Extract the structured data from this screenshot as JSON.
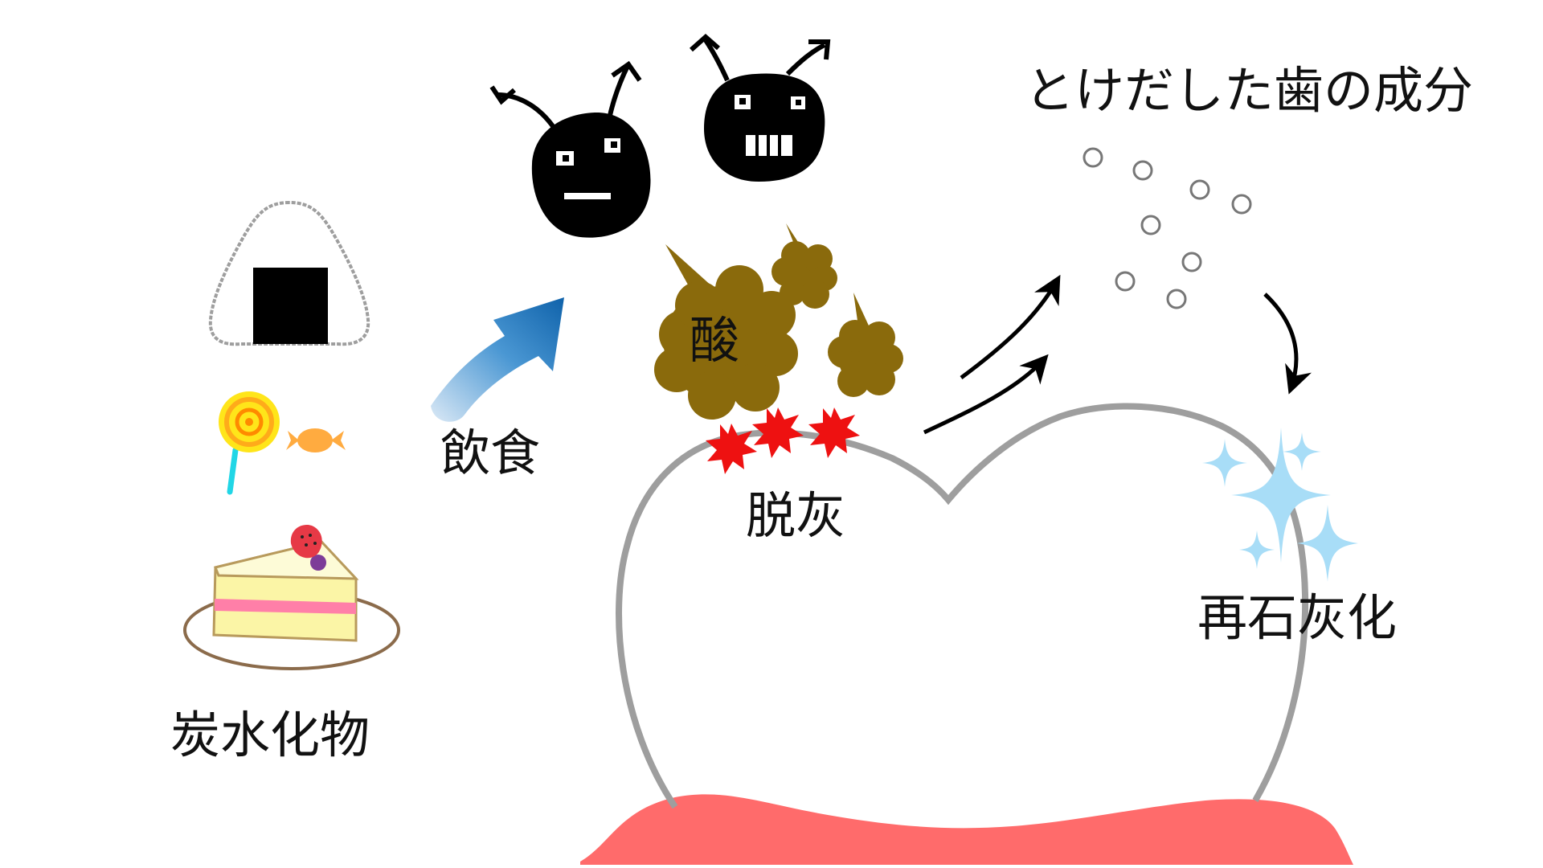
{
  "labels": {
    "carbohydrate": "炭水化物",
    "eating": "飲食",
    "acid": "酸",
    "demineralization": "脱灰",
    "dissolved_components": "とけだした歯の成分",
    "remineralization": "再石灰化"
  },
  "colors": {
    "tooth_outline": "#9e9e9e",
    "gum": "#ff6b6b",
    "acid_cloud": "#8a6a0c",
    "bacteria": "#000000",
    "demin_star": "#ee1111",
    "sparkle": "#a8ddf7",
    "eat_arrow_start": "#d9e9f7",
    "eat_arrow_end": "#1a72b8",
    "cake_sponge": "#fbf5a6",
    "cake_cream": "#ff7fa8",
    "strawberry": "#e63946",
    "lollipop": "#ffb31a",
    "lollipop_stick": "#21d6e6",
    "candy": "#ffab40"
  },
  "icons": [
    "onigiri-icon",
    "lollipop-icon",
    "wrapped-candy-icon",
    "cake-icon",
    "bacteria-icon",
    "acid-cloud-icon",
    "demineralization-star-icon",
    "dissolved-particle-icon",
    "sparkle-icon",
    "tooth-icon",
    "gum-icon"
  ]
}
